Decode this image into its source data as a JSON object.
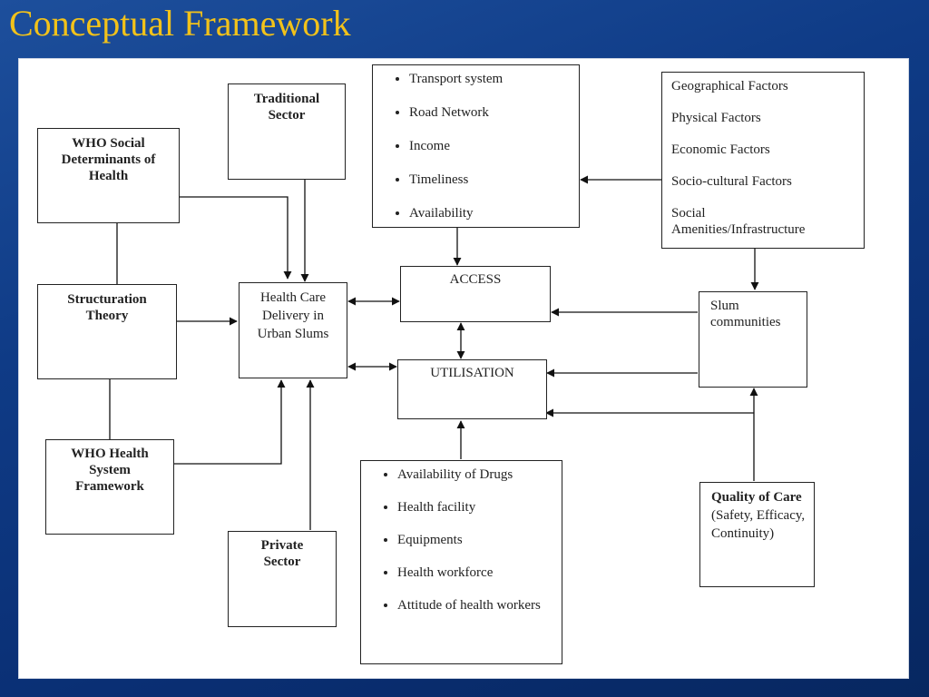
{
  "title": "Conceptual Framework",
  "nodes": {
    "who_sdh": "WHO Social Determinants of Health",
    "traditional_sector": "Traditional Sector",
    "structuration_theory": "Structuration Theory",
    "health_care_delivery": "Health Care Delivery in Urban Slums",
    "who_hsf": "WHO Health System Framework",
    "private_sector": "Private Sector",
    "access": "ACCESS",
    "utilisation": "UTILISATION",
    "slum_communities": "Slum communities",
    "quality_of_care": {
      "label": "Quality of Care",
      "detail": " (Safety, Efficacy, Continuity)"
    }
  },
  "access_factors": [
    "Transport system",
    "Road Network",
    "Income",
    "Timeliness",
    "Availability"
  ],
  "contextual_factors": [
    "Geographical Factors",
    "Physical Factors",
    "Economic Factors",
    "Socio-cultural Factors",
    "Social Amenities/Infrastructure"
  ],
  "utilisation_factors": [
    "Availability of Drugs",
    "Health facility",
    "Equipments",
    "Health workforce",
    "Attitude of health workers"
  ]
}
